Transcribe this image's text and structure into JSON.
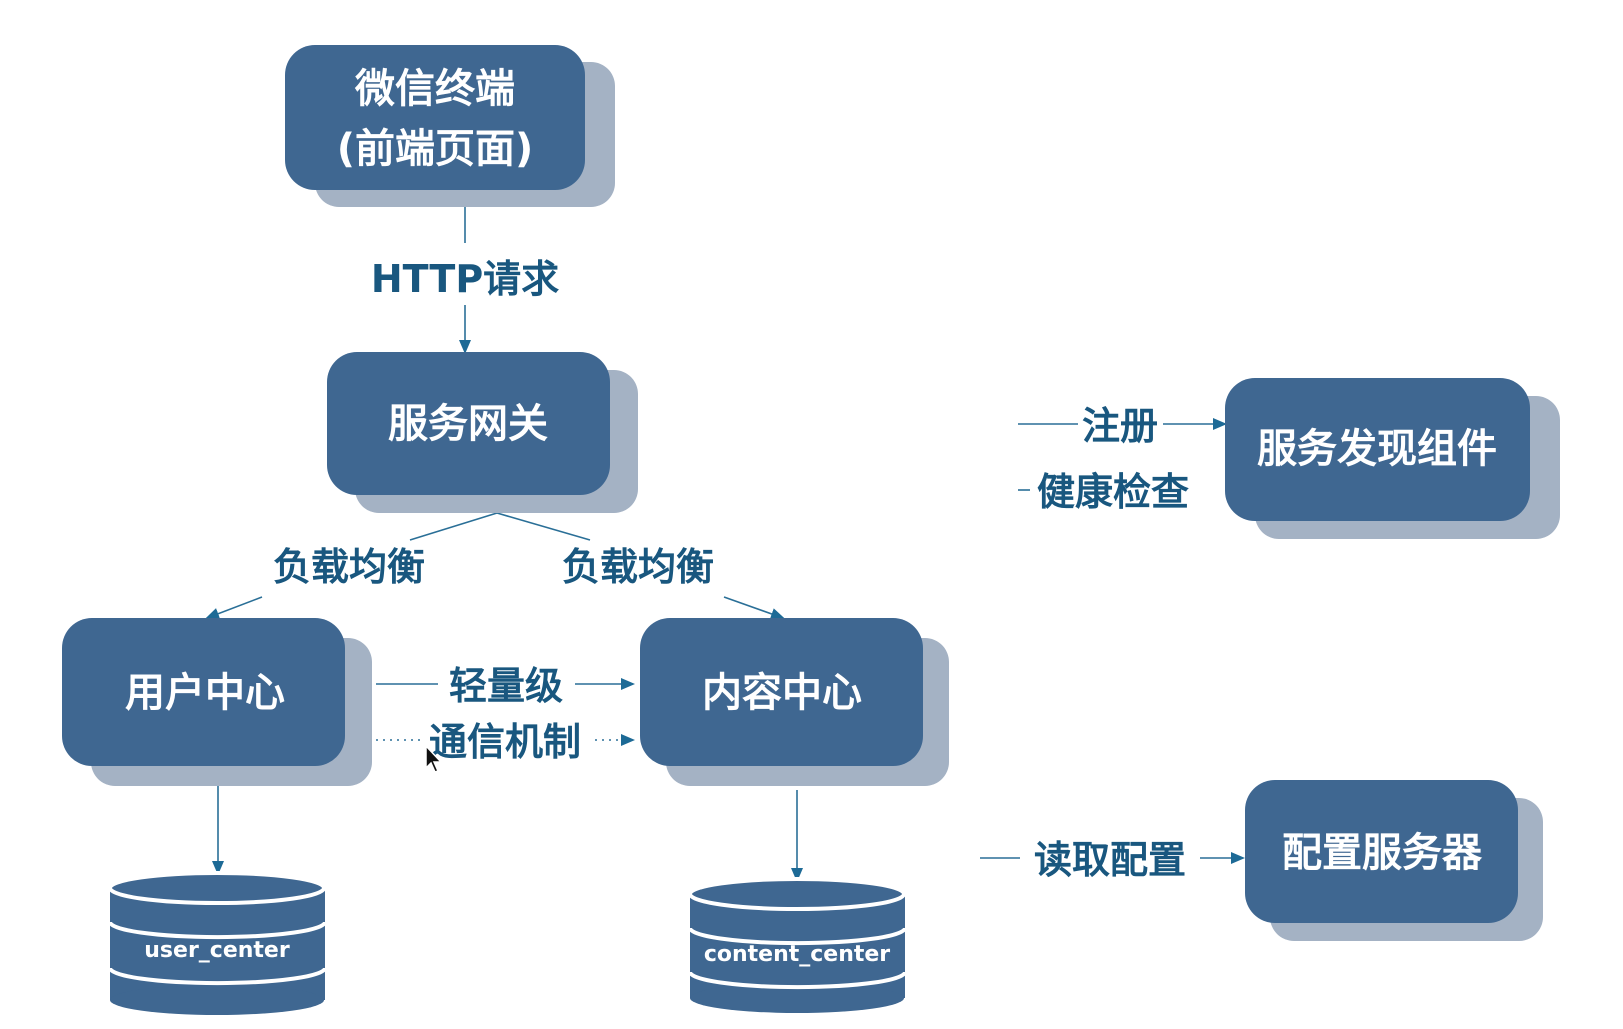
{
  "nodes": {
    "wechat": {
      "line1": "微信终端",
      "line2": "(前端页面)"
    },
    "gateway": {
      "label": "服务网关"
    },
    "user_center": {
      "label": "用户中心"
    },
    "content_center": {
      "label": "内容中心"
    },
    "discovery": {
      "label": "服务发现组件"
    },
    "config": {
      "label": "配置服务器"
    }
  },
  "databases": {
    "user_center_db": {
      "label": "user_center"
    },
    "content_center_db": {
      "label": "content_center"
    }
  },
  "edges": {
    "http_request": "HTTP请求",
    "load_balance_left": "负载均衡",
    "load_balance_right": "负载均衡",
    "lightweight_line1": "轻量级",
    "lightweight_line2": "通信机制",
    "register": "注册",
    "health_check": "健康检查",
    "read_config": "读取配置"
  },
  "colors": {
    "box": "#3f6791",
    "shadow": "#a4b2c4",
    "label_text": "#19577f",
    "connector": "#2a6f97"
  }
}
